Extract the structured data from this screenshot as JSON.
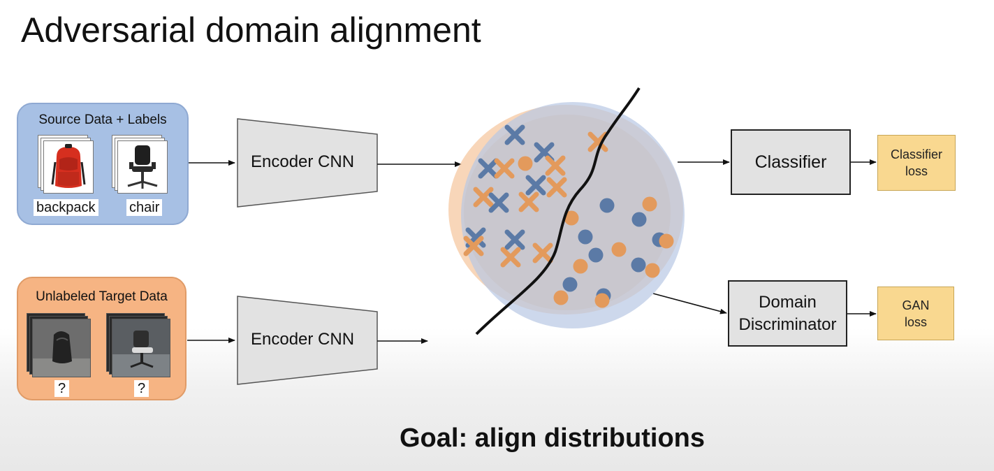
{
  "title": "Adversarial domain alignment",
  "source": {
    "title": "Source Data + Labels",
    "items": [
      {
        "label": "backpack"
      },
      {
        "label": "chair"
      }
    ]
  },
  "target": {
    "title": "Unlabeled Target Data",
    "items": [
      {
        "label": "?"
      },
      {
        "label": "?"
      }
    ]
  },
  "encoder_top": {
    "label": "Encoder CNN"
  },
  "encoder_bottom": {
    "label": "Encoder CNN"
  },
  "classifier": {
    "label": "Classifier"
  },
  "classifier_loss": {
    "line1": "Classifier",
    "line2": "loss"
  },
  "discriminator": {
    "line1": "Domain",
    "line2": "Discriminator"
  },
  "gan_loss": {
    "line1": "GAN",
    "line2": "loss"
  },
  "goal": "Goal: align distributions",
  "colors": {
    "source_panel": "#a7c0e4",
    "target_panel": "#f6b483",
    "blue_marker": "#5b7aa6",
    "orange_marker": "#e39a5c",
    "loss_box": "#f9d890",
    "process_box": "#e2e2e2"
  },
  "legend_markers": {
    "source_shape": "cross",
    "target_shape": "circle"
  }
}
